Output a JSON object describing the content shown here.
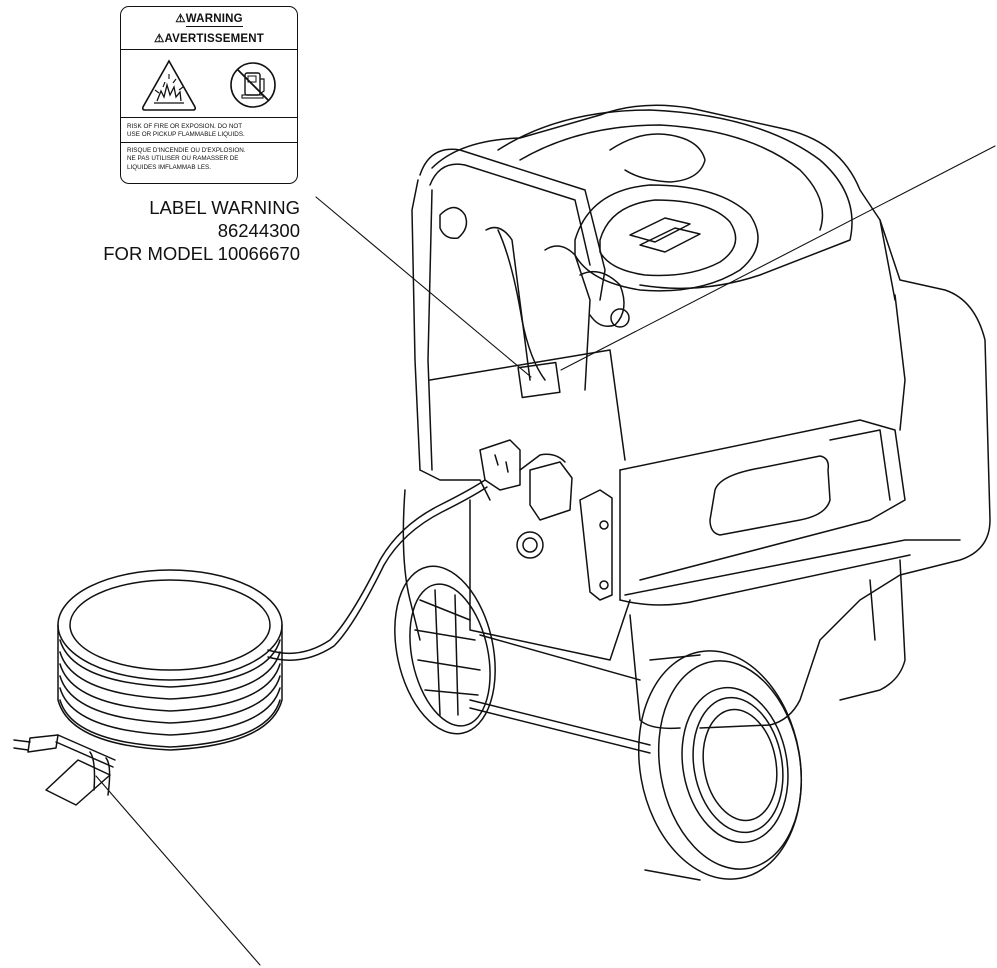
{
  "warning_label": {
    "title_en": "WARNING",
    "title_fr": "AVERTISSEMENT",
    "warning_triangle_symbol": "⚠",
    "pictogram_left": "fire-explosion-hazard-icon",
    "pictogram_right": "no-flammable-liquids-icon",
    "text_en": [
      "RISK OF FIRE OR EXPOSION. DO NOT",
      "USE OR PICKUP FLAMMABLE  LIQUIDS."
    ],
    "text_fr": [
      "RISQUE D'INCENDIE OU D'EXPLOSION.",
      "NE PAS UTILISER OU RAMASSER DE",
      "LIQUIDES IMFLAMMAB LES."
    ]
  },
  "callout": {
    "line1": "LABEL WARNING",
    "line2": "86244300",
    "line3": "FOR MODEL 10066670"
  },
  "illustration": {
    "subject": "carpet-extractor-machine",
    "parts": [
      "power-cord-coil",
      "plug",
      "rear-wheel",
      "handle",
      "solution-tank-lid",
      "hose-connectors"
    ],
    "line_color": "#111111",
    "background": "#ffffff"
  }
}
